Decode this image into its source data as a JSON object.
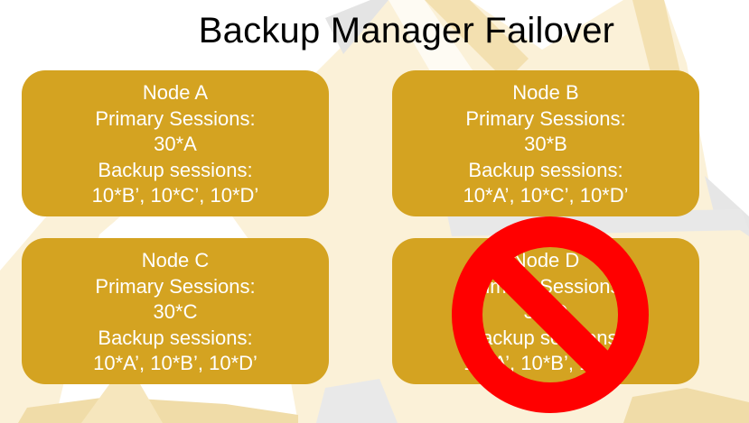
{
  "title": "Backup Manager Failover",
  "nodes": [
    {
      "name": "Node A",
      "primary_label": "Primary Sessions:",
      "primary_value": "30*A",
      "backup_label": "Backup sessions:",
      "backup_value": "10*B’, 10*C’, 10*D’",
      "status": "active"
    },
    {
      "name": "Node B",
      "primary_label": "Primary Sessions:",
      "primary_value": "30*B",
      "backup_label": "Backup sessions:",
      "backup_value": "10*A’, 10*C’, 10*D’",
      "status": "active"
    },
    {
      "name": "Node C",
      "primary_label": "Primary Sessions:",
      "primary_value": "30*C",
      "backup_label": "Backup sessions:",
      "backup_value": "10*A’, 10*B’, 10*D’",
      "status": "active"
    },
    {
      "name": "Node D",
      "primary_label": "Primary Sessions:",
      "primary_value": "30*D",
      "backup_label": "Backup sessions:",
      "backup_value": "10*A’, 10*B’, 10*C’",
      "status": "failed"
    }
  ],
  "failed_marker": {
    "icon": "prohibited-icon",
    "color": "#ff0000"
  },
  "colors": {
    "node_fill": "#d4a321",
    "node_text": "#ffffff",
    "background_art": "#f6e9c8"
  }
}
